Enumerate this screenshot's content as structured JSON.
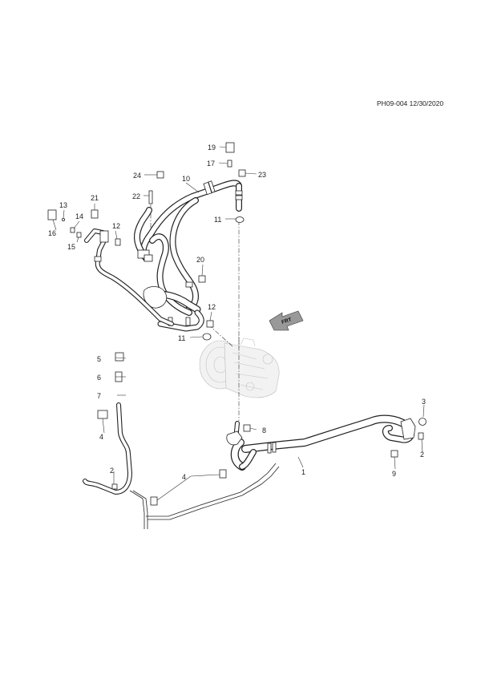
{
  "document": {
    "id": "PH09-004 12/30/2020"
  },
  "callouts": {
    "c1": "1",
    "c2a": "2",
    "c2b": "2",
    "c3": "3",
    "c4a": "4",
    "c4b": "4",
    "c5": "5",
    "c6": "6",
    "c7": "7",
    "c8": "8",
    "c9": "9",
    "c10": "10",
    "c11a": "11",
    "c11b": "11",
    "c12a": "12",
    "c12b": "12",
    "c13": "13",
    "c14": "14",
    "c15": "15",
    "c16": "16",
    "c17": "17",
    "c19": "19",
    "c20": "20",
    "c21": "21",
    "c22": "22",
    "c23": "23",
    "c24": "24"
  },
  "direction_arrow": {
    "label": "FRT"
  },
  "icons": [
    "compressor",
    "direction-arrow"
  ]
}
